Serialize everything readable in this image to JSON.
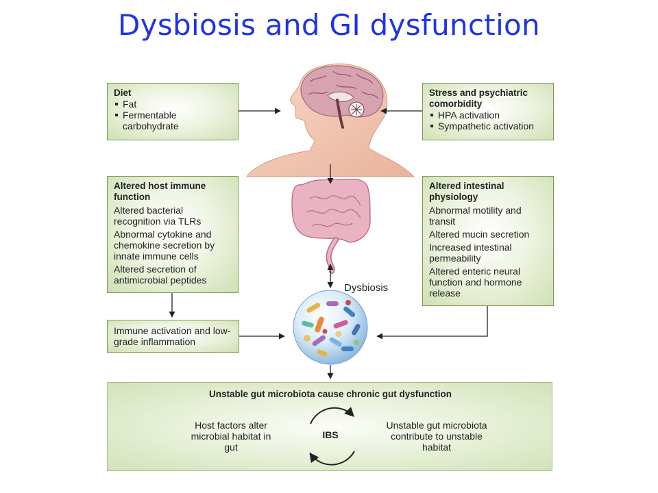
{
  "title": "Dysbiosis and GI dysfunction",
  "diet": {
    "heading": "Diet",
    "items": [
      "Fat",
      "Fermentable carbohydrate"
    ]
  },
  "stress": {
    "heading": "Stress and psychiatric comorbidity",
    "items": [
      "HPA activation",
      "Sympathetic activation"
    ]
  },
  "immune": {
    "heading": "Altered host immune function",
    "paragraphs": [
      "Altered bacterial recognition via TLRs",
      "Abnormal cytokine and chemokine secretion by innate immune cells",
      "Altered secretion of antimicrobial peptides"
    ]
  },
  "intestinal": {
    "heading": "Altered intestinal physiology",
    "paragraphs": [
      "Abnormal motility and transit",
      "Altered mucin secretion",
      "Increased intestinal permeability",
      "Altered enteric neural function and hormone release"
    ]
  },
  "inflammation": {
    "text": "Immune activation and low-grade inflammation"
  },
  "dysbiosis_label": "Dysbiosis",
  "cycle": {
    "heading": "Unstable gut microbiota cause chronic gut dysfunction",
    "left": "Host factors alter microbial habitat in gut",
    "center": "IBS",
    "right": "Unstable gut microbiota contribute to unstable habitat"
  },
  "colors": {
    "title": "#1f33e6",
    "box_border": "#7a9a55",
    "box_fill": "#cfe0b3",
    "skin": "#f2c6b0",
    "brain": "#c98a9a",
    "intestine": "#e4a7b8"
  }
}
